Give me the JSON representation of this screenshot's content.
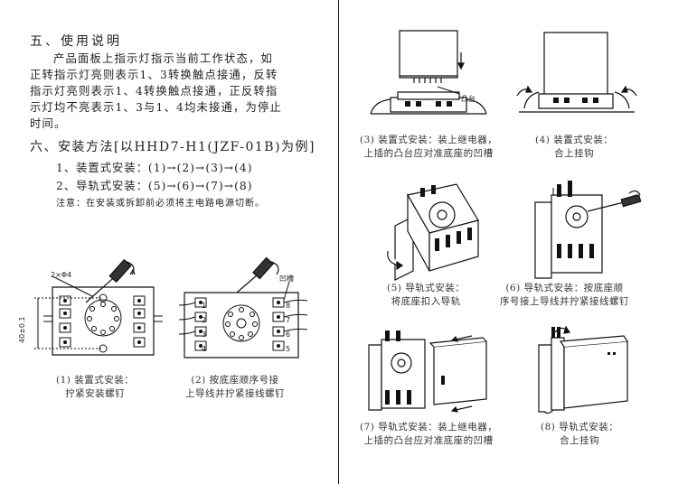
{
  "section5": {
    "heading": "五、使用说明",
    "lines": [
      "产品面板上指示灯指示当前工作状态，如",
      "正转指示灯亮则表示1、3转换触点接通，反转",
      "指示灯亮则表示1、4转换触点接通，正反转指",
      "示灯均不亮表示1、3与1、4均未接通，为停止",
      "时间。"
    ]
  },
  "section6": {
    "heading": "六、安装方法[以HHD7-H1(JZF-01B)为例]",
    "step1": "1、装置式安装：(1)→(2)→(3)→(4)",
    "step2": "2、导轨式安装：(5)→(6)→(7)→(8)",
    "note": "注意：在安装或拆卸前必须将主电路电源切断。"
  },
  "figures": {
    "f1": {
      "caption": [
        "(1) 装置式安装：",
        "拧紧安装螺钉"
      ],
      "label_hole": "2×Φ4",
      "label_dim": "40±0.1"
    },
    "f2": {
      "caption": [
        "(2) 按底座顺序号接",
        "上导线并拧紧接线螺钉"
      ],
      "label_groove": "凹槽"
    },
    "f3": {
      "caption": [
        "(3) 装置式安装：装上继电器，",
        "上插的凸台应对准底座的凹槽"
      ],
      "label_boss": "凸台"
    },
    "f4": {
      "caption": [
        "(4) 装置式安装：",
        "合上挂钩"
      ]
    },
    "f5": {
      "caption": [
        "(5) 导轨式安装：",
        "将底座扣入导轨"
      ]
    },
    "f6": {
      "caption": [
        "(6) 导轨式安装：按底座顺",
        "序号接上导线并拧紧接线螺钉"
      ]
    },
    "f7": {
      "caption": [
        "(7) 导轨式安装：装上继电器，",
        "上插的凸台应对准底座的凹槽"
      ]
    },
    "f8": {
      "caption": [
        "(8) 导轨式安装：",
        "合上挂钩"
      ]
    }
  },
  "socket_numbers": [
    "1",
    "2",
    "3",
    "4",
    "5",
    "6",
    "7",
    "8"
  ]
}
